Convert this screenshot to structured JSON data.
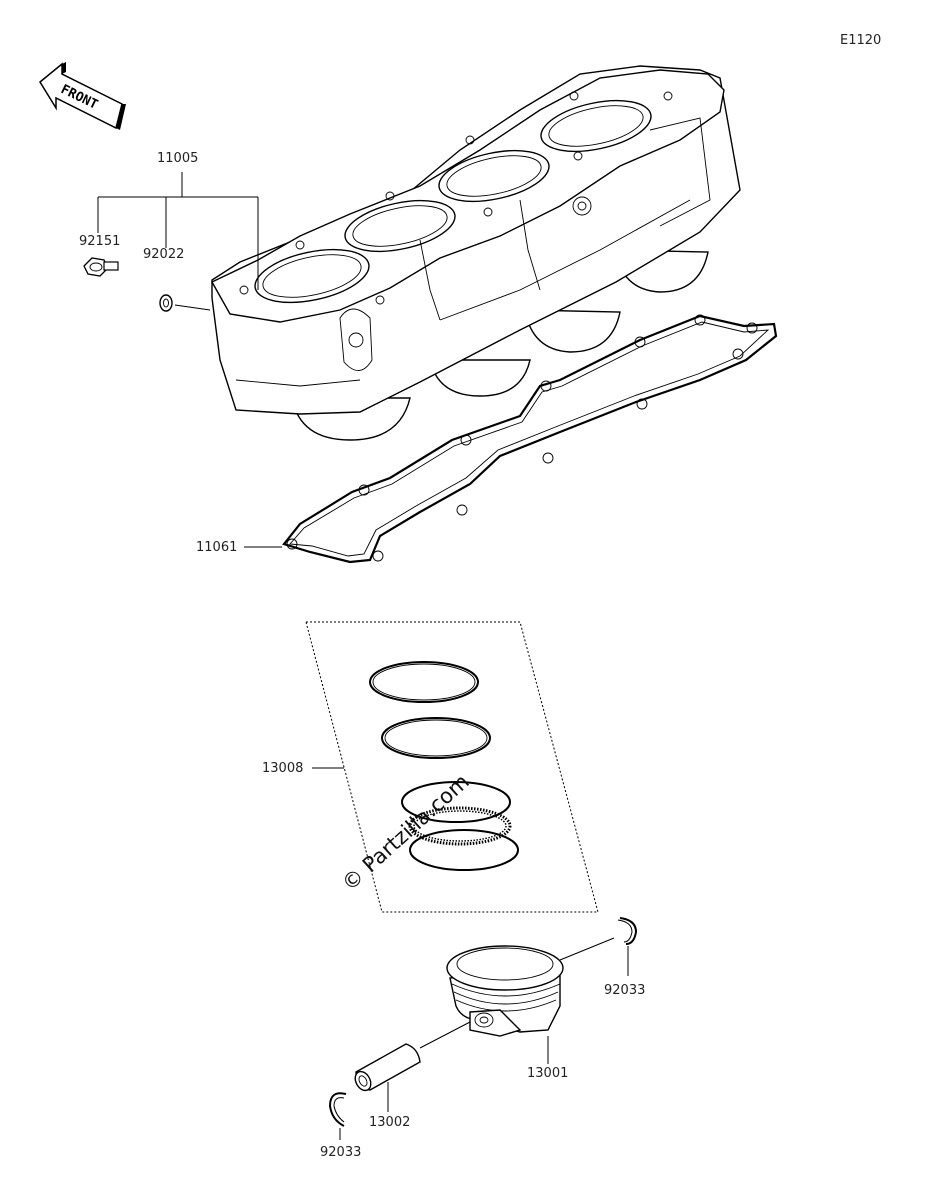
{
  "diagram": {
    "code": "E1120",
    "front_label": "FRONT",
    "watermark": "© Partzilla.com",
    "parts": {
      "cylinder": "11005",
      "bolt": "92151",
      "washer": "92022",
      "gasket": "11061",
      "ring_set": "13008",
      "piston": "13001",
      "pin": "13002",
      "circlip_right": "92033",
      "circlip_left": "92033"
    }
  }
}
